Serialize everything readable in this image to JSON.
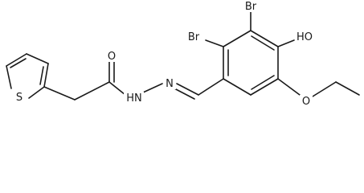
{
  "molecule": {
    "atoms": {
      "sulfur": "S",
      "carbonyl_oxygen": "O",
      "nh": "HN",
      "imine_n": "N",
      "bromine_2": "Br",
      "bromine_3": "Br",
      "hydroxyl": "HO",
      "ether_oxygen": "O"
    }
  }
}
